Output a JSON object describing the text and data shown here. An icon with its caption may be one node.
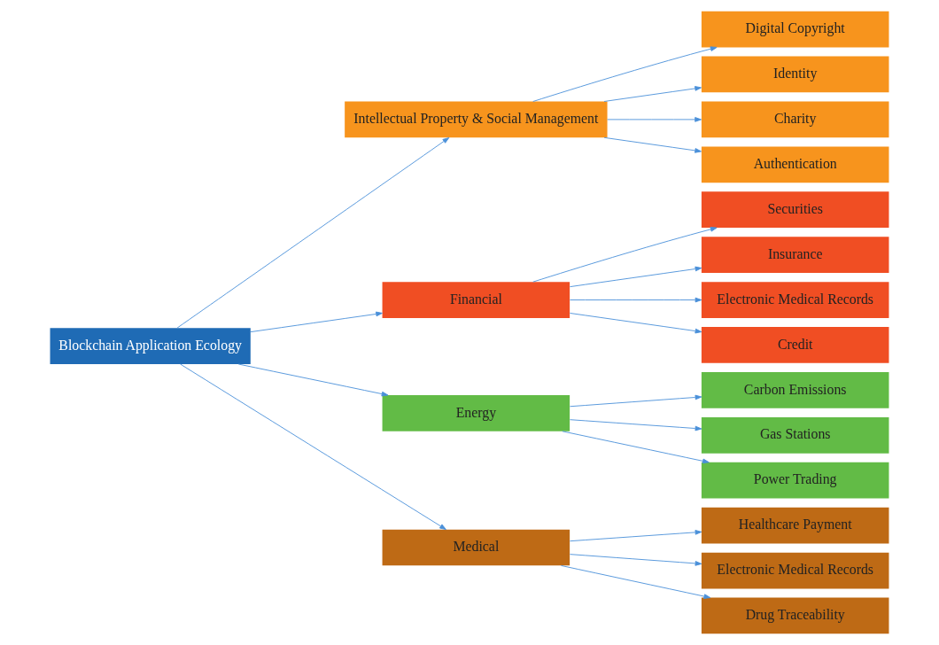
{
  "diagram": {
    "nodes": [
      {
        "text": [
          "Blockchain Application Ecology"
        ]
      },
      {
        "text": [
          "Intellectual Property & Social Management"
        ]
      },
      {
        "text": [
          "Financial"
        ]
      },
      {
        "text": [
          "Energy"
        ]
      },
      {
        "text": [
          "Medical"
        ]
      },
      {
        "text": [
          "Digital Copyright"
        ]
      },
      {
        "text": [
          "Identity"
        ]
      },
      {
        "text": [
          "Charity"
        ]
      },
      {
        "text": [
          "Authentication"
        ]
      },
      {
        "text": [
          "Securities"
        ]
      },
      {
        "text": [
          "Insurance"
        ]
      },
      {
        "text": [
          "Electronic Medical Records"
        ]
      },
      {
        "text": [
          "Credit"
        ]
      },
      {
        "text": [
          "Carbon Emissions"
        ]
      },
      {
        "text": [
          "Gas Stations"
        ]
      },
      {
        "text": [
          "Power Trading"
        ]
      },
      {
        "text": [
          "Healthcare Payment"
        ]
      },
      {
        "text": [
          "Electronic Medical Records"
        ]
      },
      {
        "text": [
          "Drug Traceability"
        ]
      }
    ],
    "edges": [
      {
        "from": 0,
        "to": 1,
        "arrow": "to"
      },
      {
        "from": 0,
        "to": 2,
        "arrow": "to"
      },
      {
        "from": 0,
        "to": 3,
        "arrow": "to"
      },
      {
        "from": 0,
        "to": 4,
        "arrow": "to"
      },
      {
        "from": 1,
        "to": 5,
        "arrow": "to"
      },
      {
        "from": 1,
        "to": 6,
        "arrow": "to"
      },
      {
        "from": 1,
        "to": 7,
        "arrow": "to"
      },
      {
        "from": 1,
        "to": 8,
        "arrow": "to"
      },
      {
        "from": 2,
        "to": 9,
        "arrow": "to"
      },
      {
        "from": 2,
        "to": 10,
        "arrow": "to"
      },
      {
        "from": 2,
        "to": 11,
        "arrow": "to"
      },
      {
        "from": 2,
        "to": 12,
        "arrow": "to"
      },
      {
        "from": 3,
        "to": 13,
        "arrow": "to"
      },
      {
        "from": 3,
        "to": 14,
        "arrow": "to"
      },
      {
        "from": 3,
        "to": 15,
        "arrow": "to"
      },
      {
        "from": 4,
        "to": 16,
        "arrow": "to"
      },
      {
        "from": 4,
        "to": 17,
        "arrow": "to"
      },
      {
        "from": 4,
        "to": 18,
        "arrow": "to"
      }
    ]
  }
}
